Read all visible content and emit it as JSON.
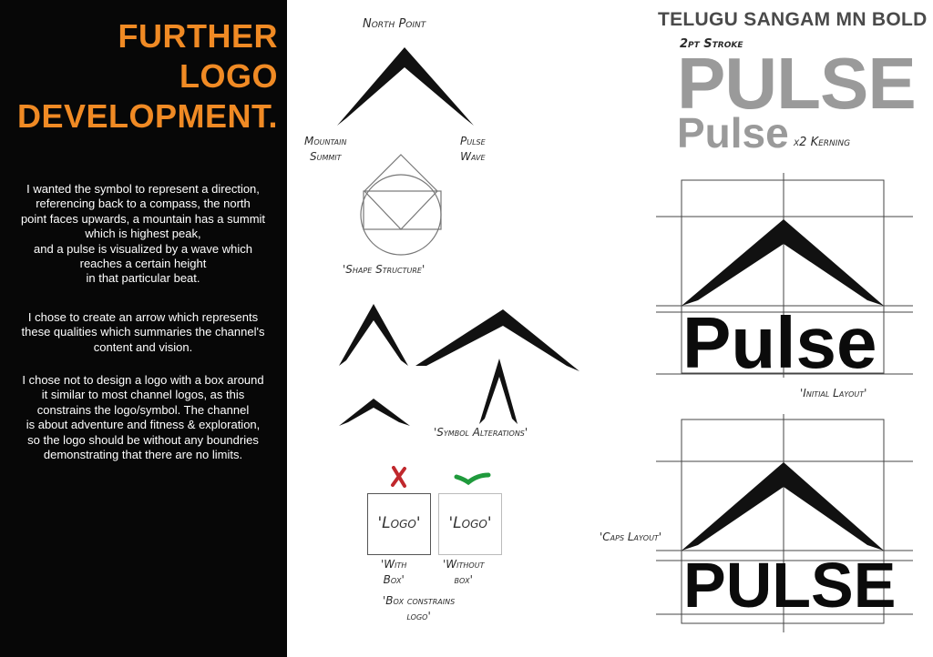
{
  "title": {
    "line1": "FURTHER",
    "line2": "LOGO",
    "line3": "DEVELOPMENT."
  },
  "description": {
    "paragraph1": [
      "I wanted the symbol to represent a direction,",
      "referencing back to a compass, the north",
      "point faces upwards, a mountain has a summit",
      "which is highest peak,",
      "and a pulse is visualized by a wave which",
      "reaches a certain height",
      "in that particular beat."
    ],
    "paragraph2": [
      "I chose to create an arrow which represents",
      "these qualities which summaries the channel's",
      "content and vision."
    ],
    "paragraph3": [
      "I chose not to design a logo with a box around",
      "it similar to most channel logos, as this",
      "constrains the logo/symbol. The channel",
      "is about adventure and fitness & exploration,",
      "so the logo should be without any boundries",
      "demonstrating that there are no limits."
    ]
  },
  "concept": {
    "north_point": "North Point",
    "mountain_summit": [
      "Mountain",
      "Summit"
    ],
    "pulse_wave": [
      "Pulse",
      "Wave"
    ],
    "shape_structure": "'Shape Structure'",
    "symbol_alterations": "'Symbol Alterations'"
  },
  "boxes": {
    "with_box_text": "'Logo'",
    "without_box_text": "'Logo'",
    "with_box_label": [
      "'With",
      "Box'"
    ],
    "without_box_label": [
      "'Without",
      "box'"
    ],
    "caption": [
      "'Box constrains",
      "logo'"
    ],
    "reject_color": "#c0282d",
    "accept_color": "#1f9a3c"
  },
  "typography": {
    "font_name": "TELUGU SANGAM MN BOLD",
    "stroke_note": "2pt Stroke",
    "caps_sample": "PULSE",
    "mixed_sample": "Pulse",
    "kerning_note": "x2 Kerning"
  },
  "layouts": {
    "initial_word": "Pulse",
    "initial_label": "'Initial Layout'",
    "caps_word": "PULSE",
    "caps_label": "'Caps Layout'"
  },
  "colors": {
    "accent": "#f08a24",
    "panel": "#070707",
    "sample_grey": "#9a9a9a"
  }
}
